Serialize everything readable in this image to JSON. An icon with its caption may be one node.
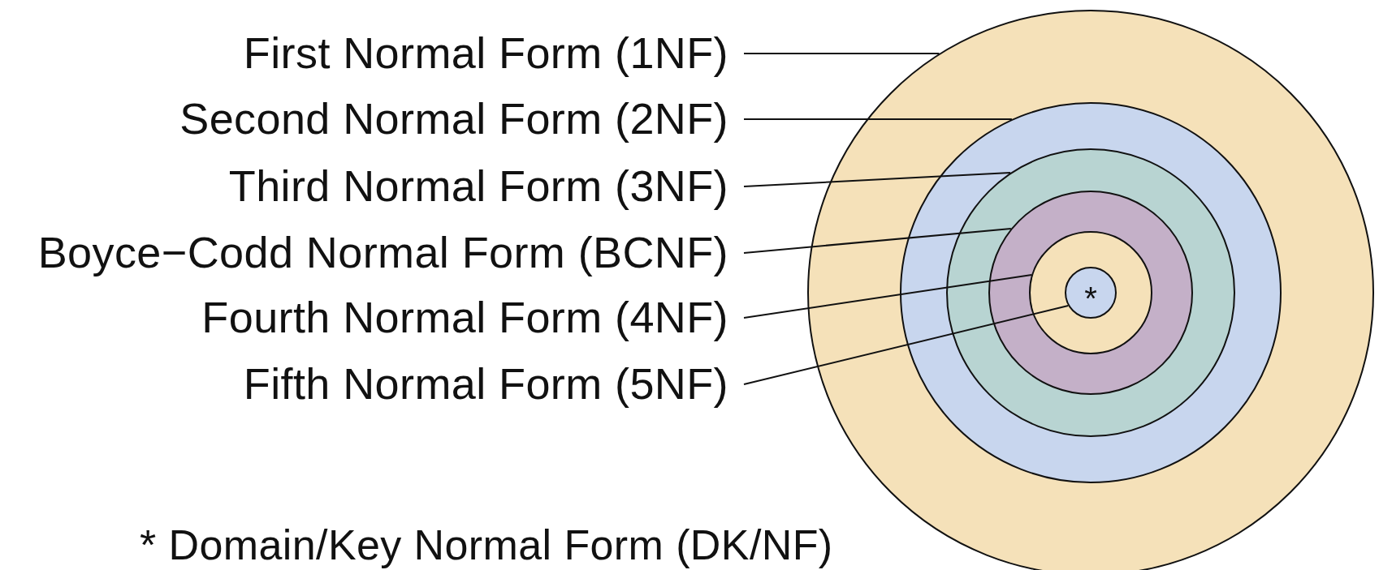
{
  "diagram": {
    "nodes": [
      {
        "text": [
          "First Normal Form (1NF)"
        ]
      },
      {
        "text": [
          "Second Normal Form (2NF)"
        ]
      },
      {
        "text": [
          "Third Normal Form (3NF)"
        ]
      },
      {
        "text": [
          "Boyce−Codd Normal Form (BCNF)"
        ]
      },
      {
        "text": [
          "Fourth Normal Form (4NF)"
        ]
      },
      {
        "text": [
          "Fifth Normal Form (5NF)"
        ]
      },
      {
        "text": [],
        "shape": "circle"
      },
      {
        "text": [],
        "shape": "circle",
        "in": 6
      },
      {
        "text": [],
        "shape": "circle",
        "in": 7
      },
      {
        "text": [],
        "shape": "circle",
        "in": 8
      },
      {
        "text": [],
        "shape": "circle",
        "in": 9
      },
      {
        "text": [
          "*"
        ],
        "in": 10
      }
    ],
    "edges": [
      {
        "from": 0,
        "to": 6,
        "arrow": "none"
      },
      {
        "from": 1,
        "to": 7,
        "arrow": "none"
      },
      {
        "from": 2,
        "to": 8,
        "arrow": "none"
      },
      {
        "from": 3,
        "to": 9,
        "arrow": "none"
      },
      {
        "from": 4,
        "to": 10,
        "arrow": "none"
      },
      {
        "from": 5,
        "to": 11,
        "arrow": "none"
      }
    ],
    "labels": [
      "* Domain/Key Normal Form (DK/NF)"
    ]
  }
}
